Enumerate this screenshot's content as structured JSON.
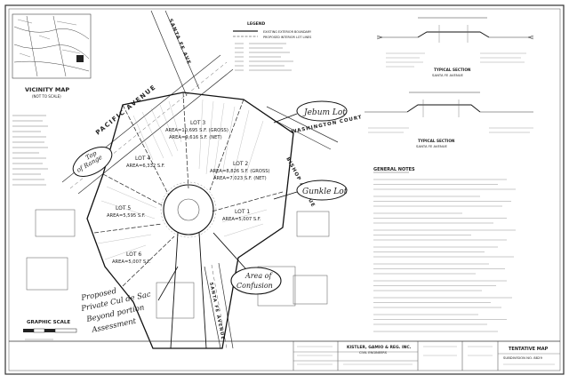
{
  "vicinity": {
    "title": "VICINITY MAP",
    "scale": "(NOT TO SCALE)"
  },
  "legend": {
    "title": "LEGEND",
    "rows": [
      "EXISTING EXTERIOR BOUNDARY",
      "PROPOSED INTERIOR LOT LINES"
    ]
  },
  "streets": {
    "pacific": "PACIFIC AVENUE",
    "washington": "WASHINGTON COURT",
    "bishop": "BISHOP AVENUE",
    "santa_fe": "SANTA FE AVE",
    "santa_fe_lower": "SANTA FE AVENUE"
  },
  "lots": [
    {
      "label": "LOT 1",
      "area": "AREA=5,007 S.F."
    },
    {
      "label": "LOT 2",
      "area": "AREA=8,826 S.F. (GROSS)",
      "area_net": "AREA=7,023 S.F. (NET)"
    },
    {
      "label": "LOT 3",
      "area": "AREA=10,695 S.F. (GROSS)",
      "area_net": "AREA=9,616 S.F. (NET)"
    },
    {
      "label": "LOT 4",
      "area": "AREA=6,332 S.F."
    },
    {
      "label": "LOT 5",
      "area": "AREA=5,595 S.F."
    },
    {
      "label": "LOT 6",
      "area": "AREA=5,007 S.F."
    }
  ],
  "annotations": {
    "jebum": "Jebum Lot",
    "gunkle": "Gunkle Lot",
    "area_of_confusion_1": "Area of",
    "area_of_confusion_2": "Confusion",
    "top_of_range_1": "Top",
    "top_of_range_2": "of Range",
    "proposed_1": "Proposed",
    "proposed_2": "Private Cul de Sac",
    "proposed_3": "Beyond portion",
    "proposed_4": "Assessment"
  },
  "sections": {
    "typical_1": "TYPICAL SECTION",
    "typical_1_sub": "SANTA FE AVENUE",
    "typical_2": "TYPICAL SECTION",
    "typical_2_sub": "SANTA FE AVENUE"
  },
  "notes": {
    "title": "GENERAL NOTES"
  },
  "graphic_scale": "GRAPHIC SCALE",
  "title_block": {
    "firm": "KISTLER, GAMIO & REG. INC.",
    "firm_sub": "CIVIL ENGINEERS",
    "map_type": "TENTATIVE MAP",
    "map_number": "SUBDIVISION NO. 8829"
  }
}
